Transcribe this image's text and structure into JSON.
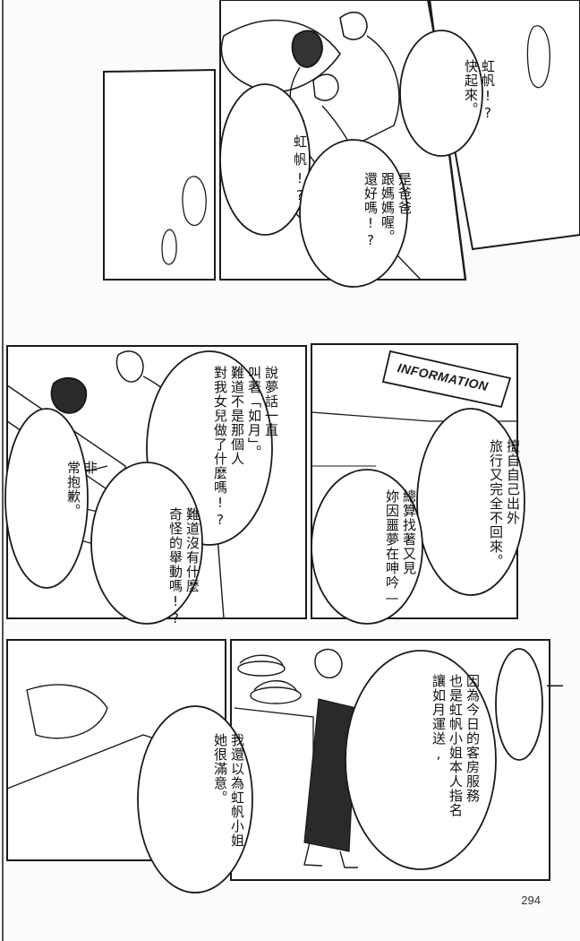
{
  "page_number": "294",
  "sign": "INFORMATION",
  "bubbles": {
    "wake_up": [
      "虹帆!?",
      "快起來。"
    ],
    "koho": [
      "虹",
      "帆",
      "!?"
    ],
    "parents_here": [
      "是爸爸",
      "跟媽媽喔。",
      "還好嗎!?"
    ],
    "talking_in_sleep": [
      "說夢話一直",
      "叫著「如月」。",
      "難道不是那個人",
      "對我女兒做了什麼嗎!?"
    ],
    "sorry": [
      "非",
      "常抱歉。"
    ],
    "strange_behavior": [
      "難道沒有什麼",
      "奇怪的舉動嗎!?"
    ],
    "traveled_alone": [
      "擅自自己出外",
      "旅行又完全不回來。"
    ],
    "found_you": [
      "總算找著又見",
      "妳因噩夢在呻吟—"
    ],
    "room_service": [
      "因為今日的客房服務",
      "也是虹帆小姐本人指名",
      "讓如月運送,"
    ],
    "dash": [
      "—"
    ],
    "satisfied": [
      "我還以為虹帆小姐",
      "她很滿意。"
    ]
  }
}
